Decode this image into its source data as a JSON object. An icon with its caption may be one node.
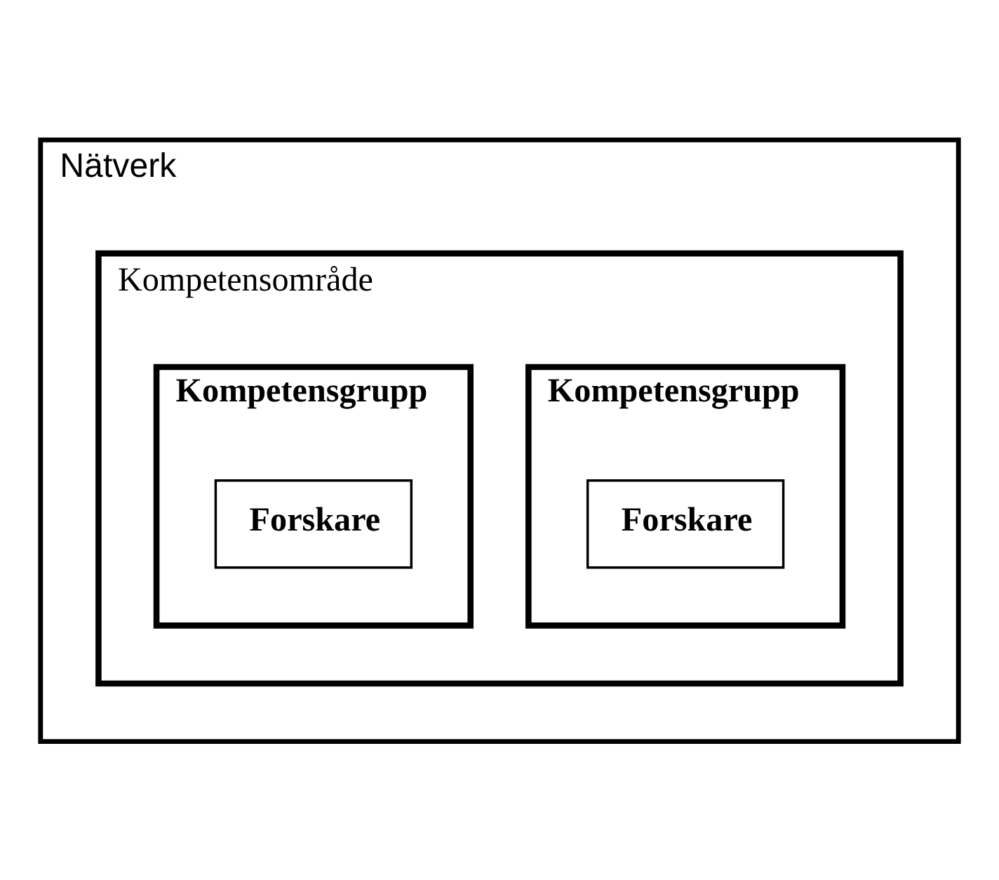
{
  "diagram": {
    "nodes": [
      {
        "text": [
          "Nätverk"
        ]
      },
      {
        "text": [
          "Kompetensområde"
        ],
        "in": 0
      },
      {
        "text": [
          "Kompetensgrupp"
        ],
        "in": 1
      },
      {
        "text": [
          "Forskare"
        ],
        "in": 2
      },
      {
        "text": [
          "Kompetensgrupp"
        ],
        "in": 1
      },
      {
        "text": [
          "Forskare"
        ],
        "in": 4
      }
    ]
  }
}
